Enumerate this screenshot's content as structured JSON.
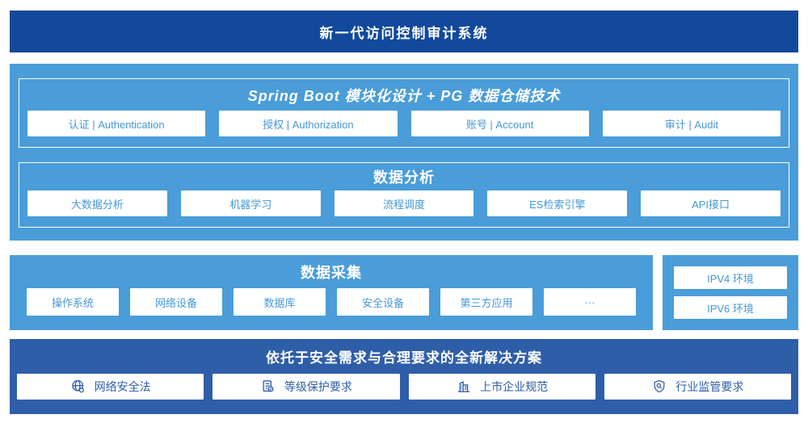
{
  "banner": {
    "title": "新一代访问控制审计系统"
  },
  "platform": {
    "modules": {
      "title": "Spring Boot 模块化设计 + PG 数据仓储技术",
      "items": [
        "认证 | Authentication",
        "授权 | Authorization",
        "账号 | Account",
        "审计 | Audit"
      ]
    },
    "analysis": {
      "title": "数据分析",
      "items": [
        "大数据分析",
        "机器学习",
        "流程调度",
        "ES检索引擎",
        "API接口"
      ]
    }
  },
  "collection": {
    "title": "数据采集",
    "items": [
      "操作系统",
      "网络设备",
      "数据库",
      "安全设备",
      "第三方应用",
      "···"
    ]
  },
  "environments": {
    "items": [
      "IPV4 环境",
      "IPV6 环境"
    ]
  },
  "solution": {
    "title": "依托于安全需求与合理要求的全新解决方案",
    "items": [
      {
        "icon": "globe-icon",
        "label": "网络安全法"
      },
      {
        "icon": "document-check-icon",
        "label": "等级保护要求"
      },
      {
        "icon": "building-icon",
        "label": "上市企业规范"
      },
      {
        "icon": "shield-magnifier-icon",
        "label": "行业监管要求"
      }
    ]
  },
  "colors": {
    "banner_bg": "#12499b",
    "panel_light_bg": "#4a9dd8",
    "panel_dark_bg": "#2f5ea9",
    "card_bg": "#ffffff",
    "card_text_light": "#4498d6",
    "card_text_dark": "#2f5ea9",
    "title_text": "#ffffff"
  }
}
